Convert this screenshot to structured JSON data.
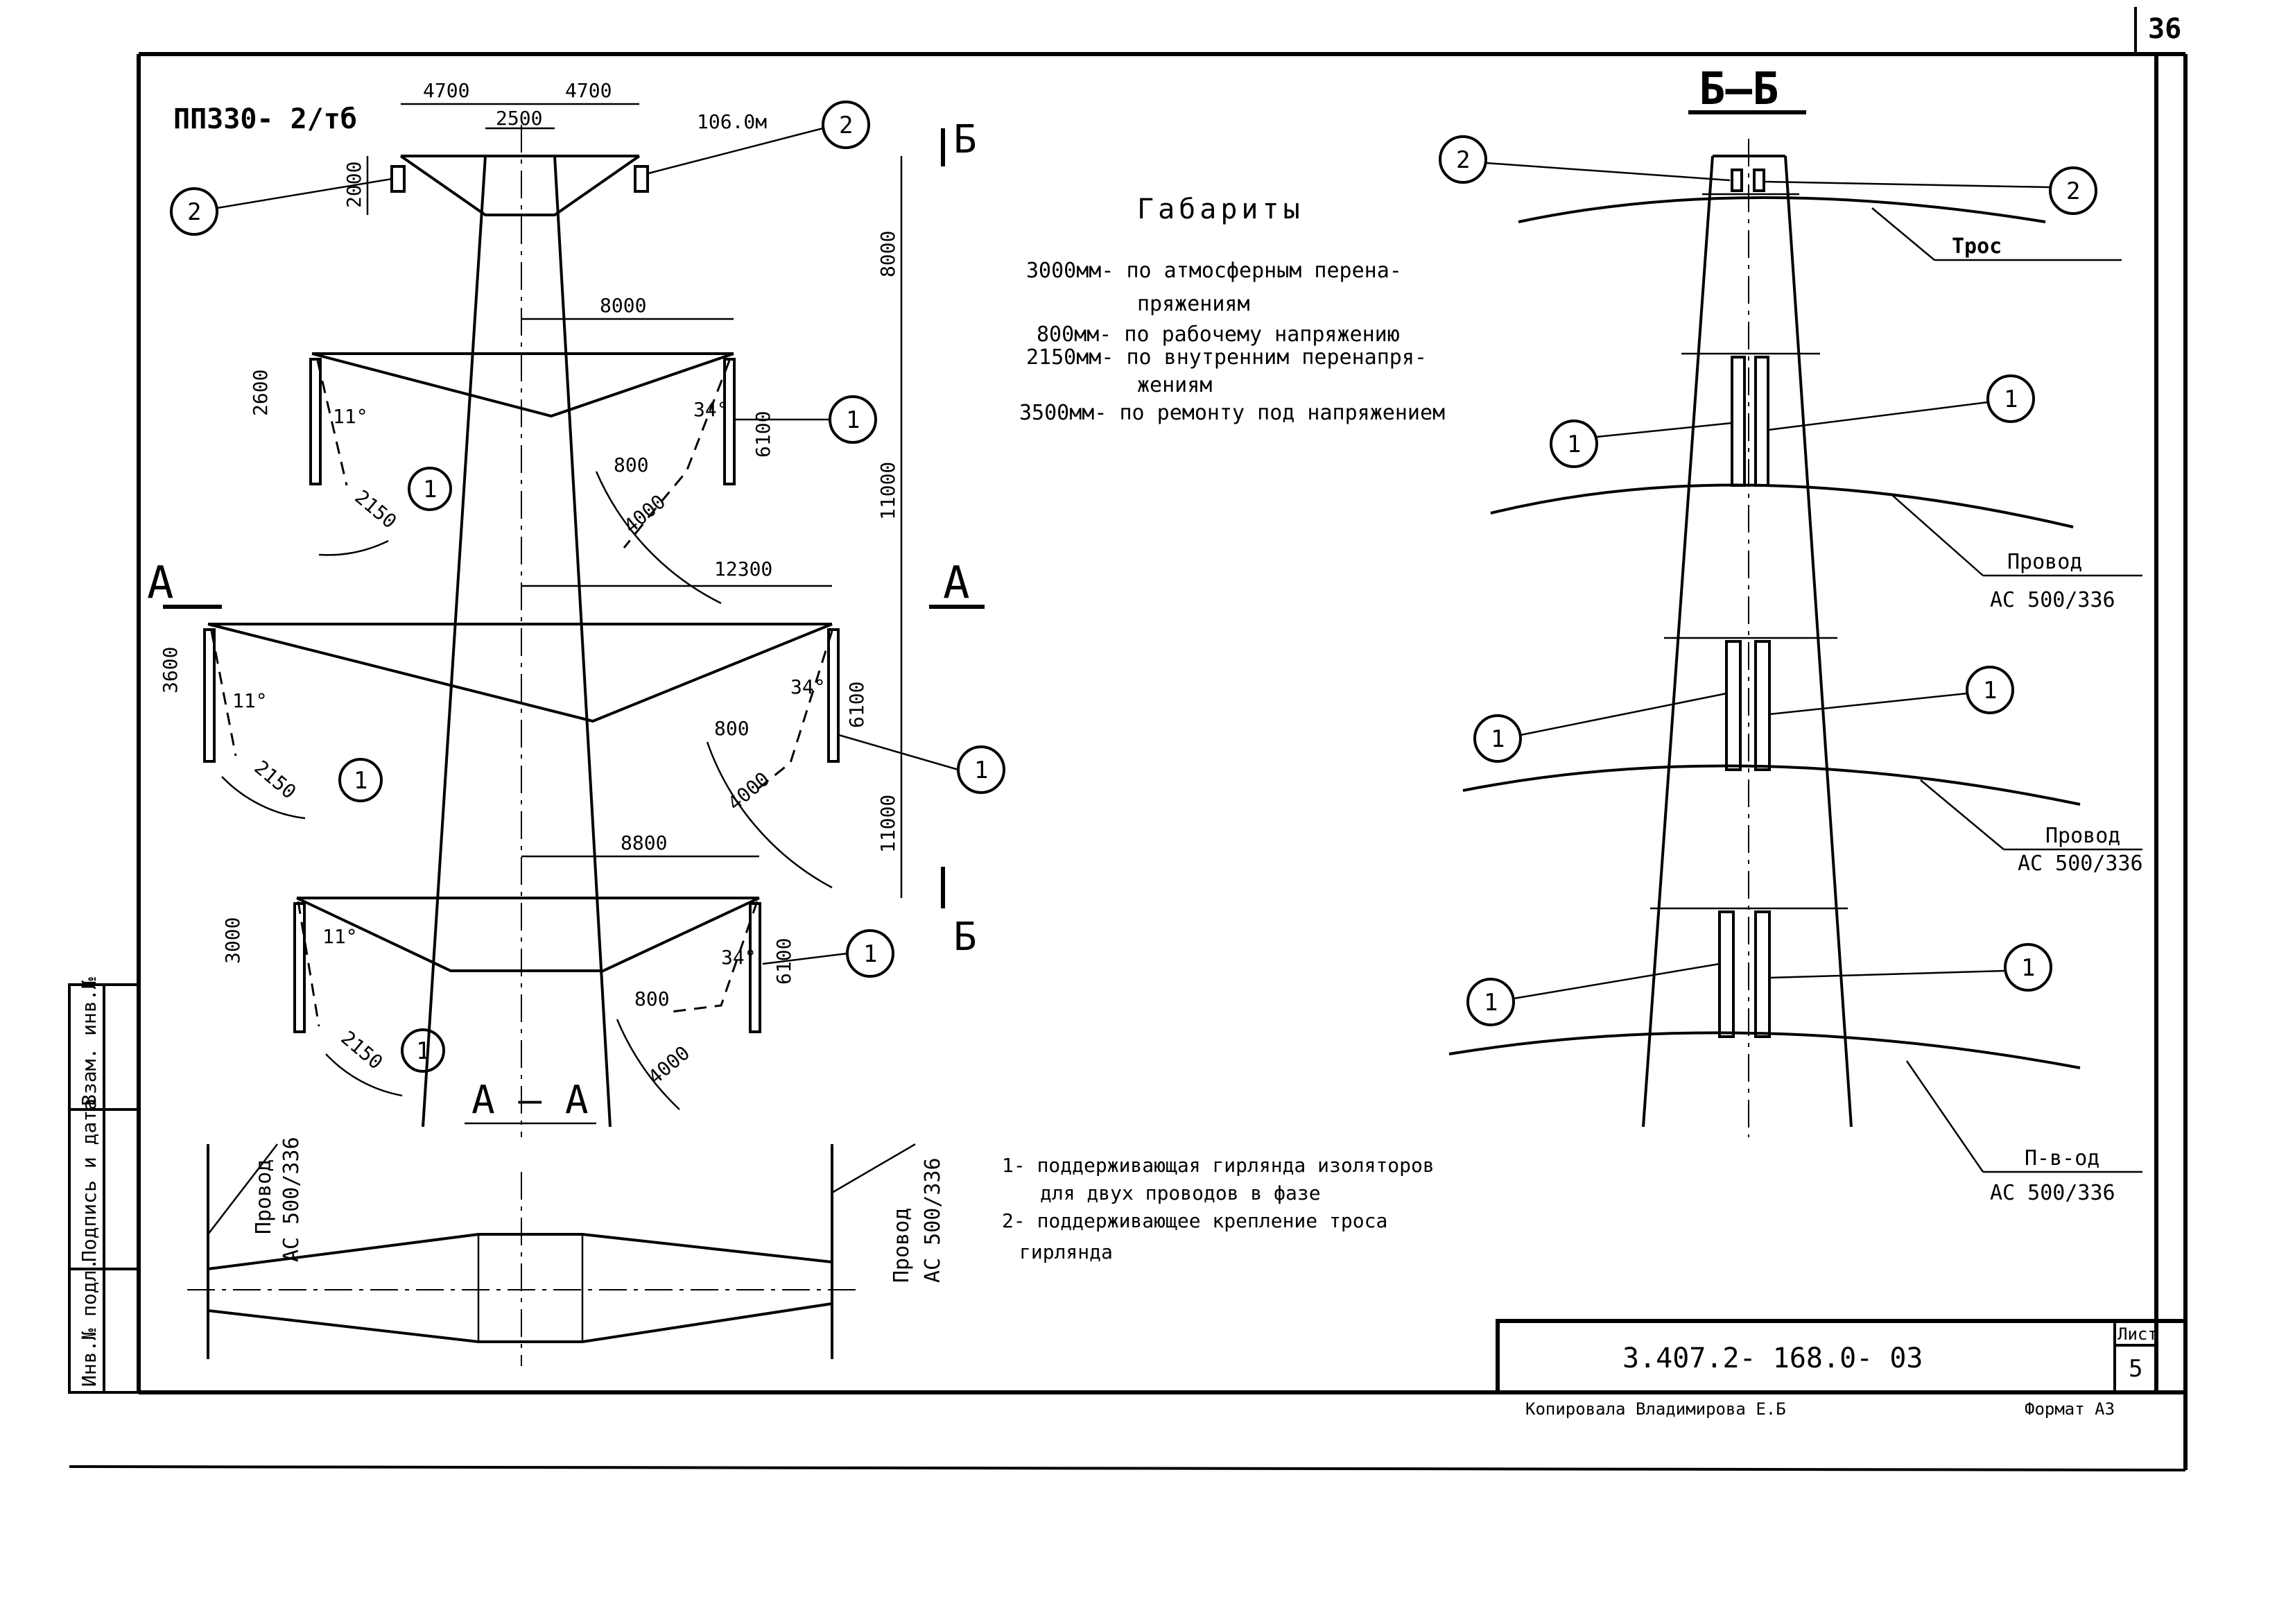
{
  "page_number": "36",
  "drawing": {
    "designation": "ПП330- 2/тб",
    "section_aa": "А – А",
    "section_bb": "Б–Б",
    "mark_a": "А",
    "mark_b": "Б"
  },
  "dimensions": {
    "d4700_left": "4700",
    "d4700_right": "4700",
    "d2500": "2500",
    "d2000": "2000",
    "elev": "106.0м",
    "d8000_top": "8000",
    "d8000": "8000",
    "d2600": "2600",
    "d6100_a": "6100",
    "d6100_b": "6100",
    "d6100_c": "6100",
    "d11000_a": "11000",
    "d11000_b": "11000",
    "d12300": "12300",
    "d3600": "3600",
    "d3000": "3000",
    "d8800": "8800",
    "d800_a": "800",
    "d800_b": "800",
    "d800_c": "800",
    "d4000_a": "4000",
    "d4000_b": "4000",
    "d4000_c": "4000",
    "d2150_a": "2150",
    "d2150_b": "2150",
    "d2150_c": "2150",
    "ang11": "11°",
    "ang34": "34°"
  },
  "clearances": {
    "title": "Габариты",
    "lines": [
      "3000мм- по атмосферным перена-",
      "пряжениям",
      "800мм- по рабочему напряжению",
      "2150мм- по внутренним перенапря-",
      "жениям",
      "3500мм- по ремонту под напряжением"
    ]
  },
  "labels": {
    "tros": "Трос",
    "wire": "Провод",
    "wire_spec": "АС 500/336",
    "wire_bottom": "П-в-од",
    "callout_1": "1",
    "callout_2": "2"
  },
  "legend": [
    "1- поддерживающая гирлянда изоляторов",
    "для двух проводов в фазе",
    "2- поддерживающее крепление троса",
    "гирлянда"
  ],
  "title_block": {
    "code": "3.407.2- 168.0- 03",
    "sheet_label": "Лист",
    "sheet_no": "5",
    "copied_by": "Копировала  Владимирова Е.Б",
    "format": "Формат А3"
  },
  "side_stamp": {
    "line1": "Взам. инв.№",
    "line2": "Подпись и дата",
    "line3": "Инв.№ подл."
  }
}
